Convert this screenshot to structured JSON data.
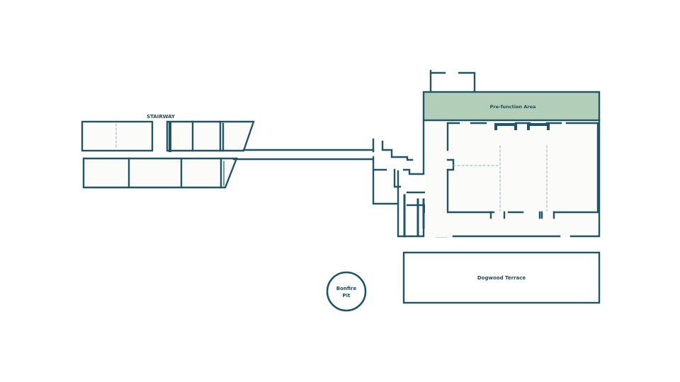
{
  "colors": {
    "wall": "#1f5567",
    "floor": "#fbfbf9",
    "prefunction_fill": "#b2cdb8",
    "divider": "#8bb6bd",
    "text": "#1f4a58",
    "background": "#ffffff"
  },
  "labels": {
    "stairway": "STAIRWAY",
    "prefunction": "Pre-function Area",
    "dogwood": "Dogwood Terrace",
    "bonfire_line1": "Bonfire",
    "bonfire_line2": "Pit"
  }
}
